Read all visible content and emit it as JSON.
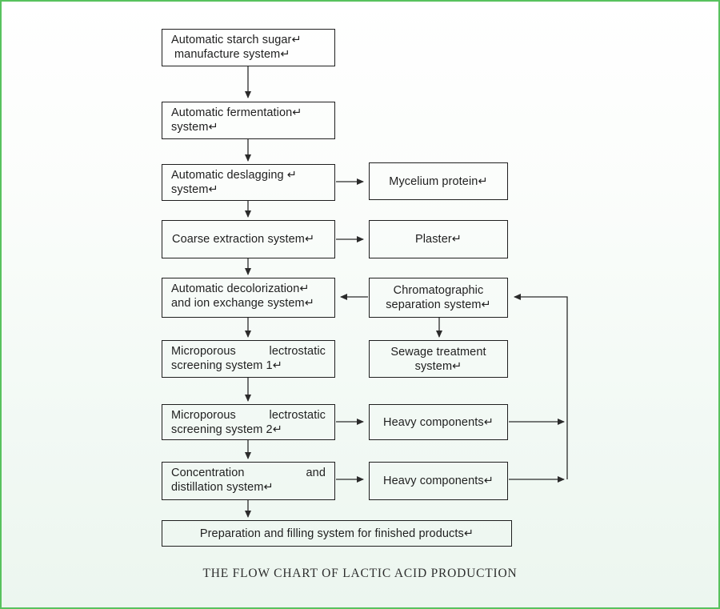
{
  "window": {
    "caption": "THE FLOW CHART OF LACTIC ACID PRODUCTION"
  },
  "colors": {
    "frame_border": "#58c25e",
    "box_border": "#1f1f1f",
    "arrow": "#2b2b2b",
    "text": "#1f1f1f"
  },
  "flowchart": {
    "nodes": {
      "starch": {
        "line1": "Automatic starch sugar↵",
        "line2": "manufacture system↵"
      },
      "fermentation": {
        "line1": "Automatic fermentation↵",
        "line2": "system↵"
      },
      "deslagging": {
        "line1": "Automatic deslagging ↵",
        "line2": "system↵"
      },
      "coarse": {
        "line1": "Coarse extraction system↵"
      },
      "decolorization": {
        "line1": "Automatic decolorization↵",
        "line2": "and ion exchange system↵"
      },
      "micro1": {
        "word1": "Microporous",
        "word2": "lectrostatic",
        "line2": "screening system 1↵"
      },
      "micro2": {
        "word1": "Microporous",
        "word2": "lectrostatic",
        "line2": "screening system 2↵"
      },
      "concentration": {
        "word1": "Concentration",
        "word2": "and",
        "line2": "distillation system↵"
      },
      "preparation": {
        "line1": "Preparation and filling system for finished products↵"
      },
      "mycelium": {
        "line1": "Mycelium protein↵"
      },
      "plaster": {
        "line1": "Plaster↵"
      },
      "chromatographic": {
        "line1": "Chromatographic",
        "line2": "separation system↵"
      },
      "sewage": {
        "line1": "Sewage treatment",
        "line2": "system↵"
      },
      "heavy1": {
        "line1": "Heavy components↵"
      },
      "heavy2": {
        "line1": "Heavy components↵"
      }
    }
  }
}
